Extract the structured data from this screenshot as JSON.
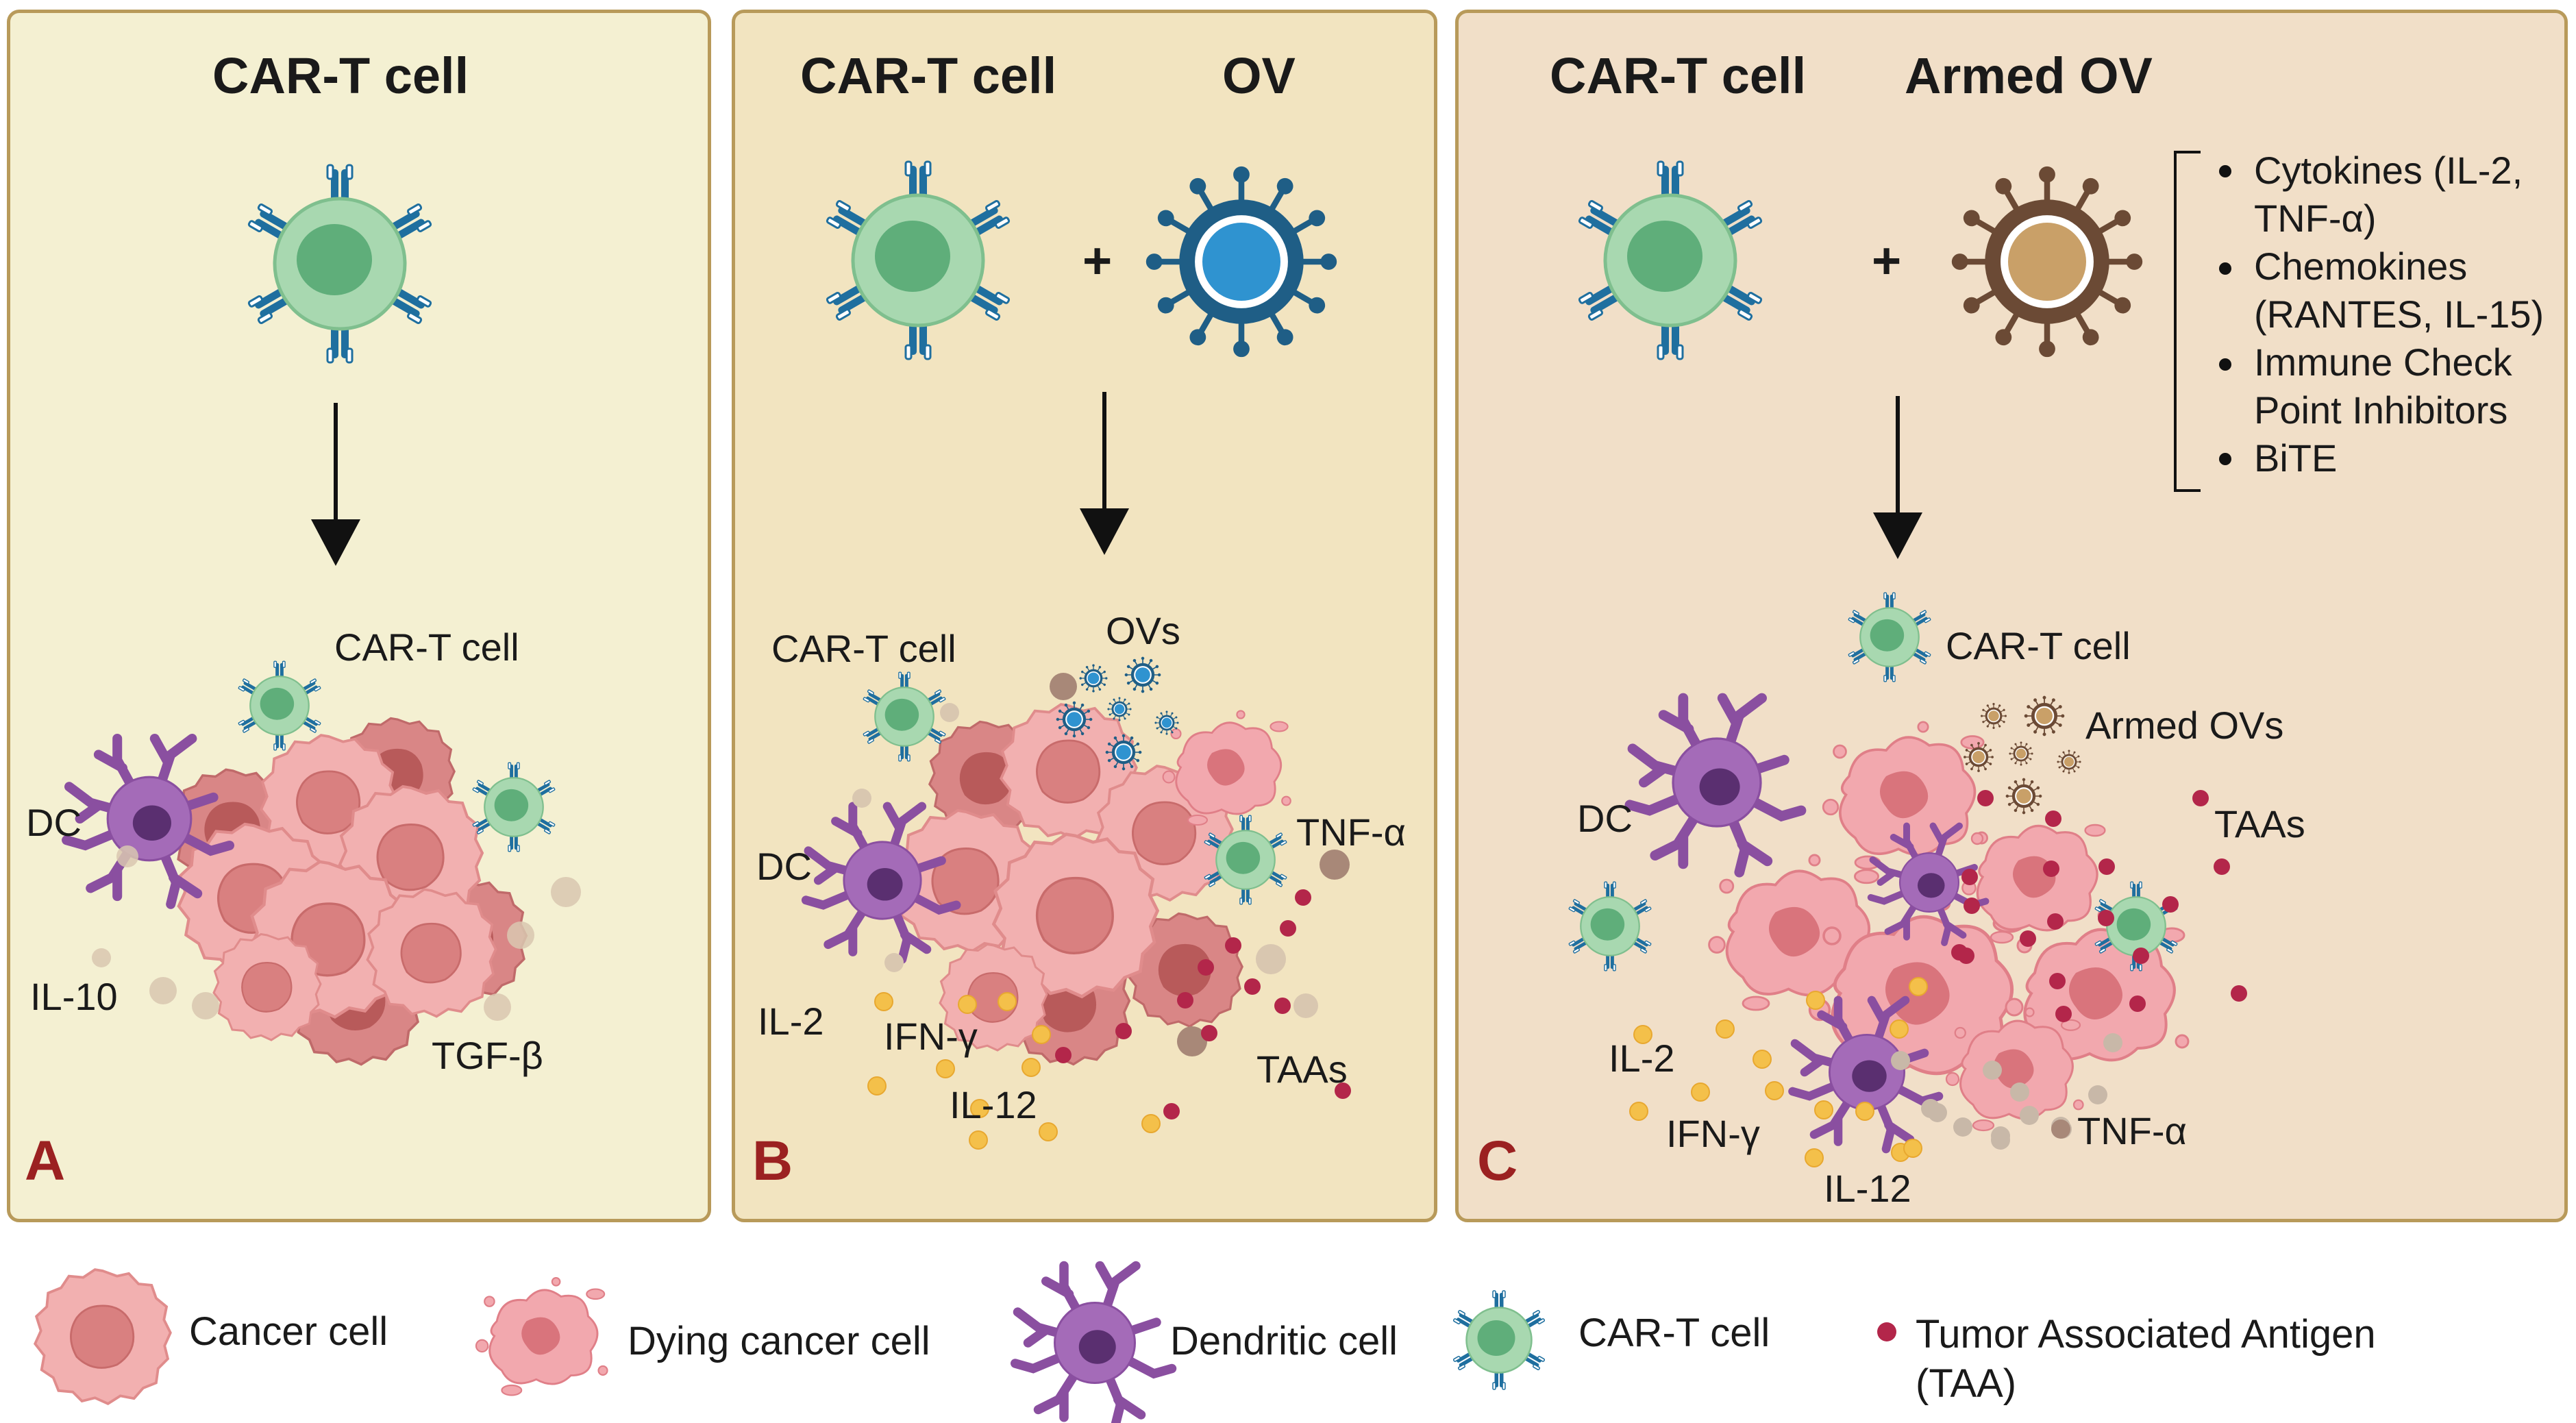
{
  "panels": {
    "a": {
      "letter": "A",
      "title": "CAR-T cell",
      "labels": {
        "cart": "CAR-T cell",
        "dc": "DC",
        "il10": "IL-10",
        "tgfb": "TGF-β"
      }
    },
    "b": {
      "letter": "B",
      "title_left": "CAR-T cell",
      "title_right": "OV",
      "plus": "+",
      "labels": {
        "cart": "CAR-T cell",
        "ovs": "OVs",
        "dc": "DC",
        "tnfa": "TNF-α",
        "il2": "IL-2",
        "ifng": "IFN-γ",
        "il12": "IL-12",
        "taas": "TAAs"
      }
    },
    "c": {
      "letter": "C",
      "title_left": "CAR-T cell",
      "title_right": "Armed OV",
      "plus": "+",
      "bullets": [
        "Cytokines (IL-2,",
        "TNF-α)",
        "Chemokines",
        "(RANTES, IL-15)",
        "Immune Check",
        "Point Inhibitors",
        "BiTE"
      ],
      "labels": {
        "cart": "CAR-T cell",
        "armed_ovs": "Armed OVs",
        "dc": "DC",
        "taas": "TAAs",
        "il2": "IL-2",
        "ifng": "IFN-γ",
        "il12": "IL-12",
        "tnfa": "TNF-α"
      }
    }
  },
  "legend": {
    "cancer": "Cancer cell",
    "dying": "Dying cancer cell",
    "dendritic": "Dendritic cell",
    "cart": "CAR-T cell",
    "taa_line1": "Tumor Associated Antigen",
    "taa_line2": "(TAA)"
  },
  "colors": {
    "cancer": "#f0a8a8",
    "cancer_nucleus": "#d98080",
    "tcell": "#a8d8b0",
    "tcell_nucleus": "#5fae7a",
    "receptor": "#1f6f9f",
    "ov_blue": "#2f93d0",
    "ov_armed": "#c9a068",
    "dendritic": "#a46bb8",
    "taa": "#b3264a",
    "cytokine": "#f4c04a"
  }
}
